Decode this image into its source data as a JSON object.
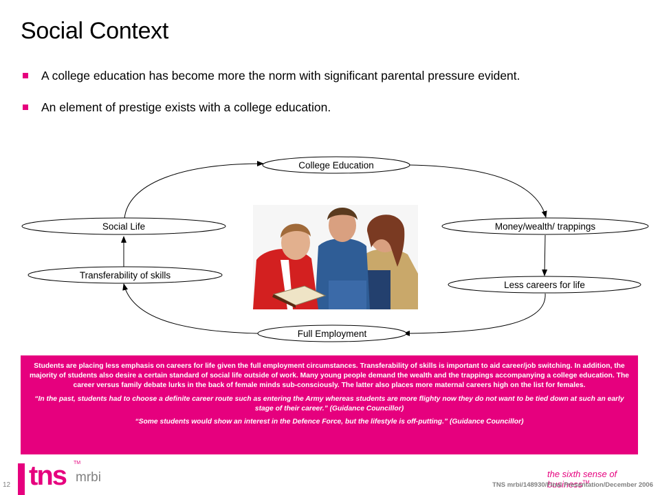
{
  "title": "Social Context",
  "bullets": [
    "A college education has become more the norm with significant parental pressure evident.",
    "An element of prestige exists with a college education."
  ],
  "diagram": {
    "nodes": {
      "college": "College Education",
      "money": "Money/wealth/ trappings",
      "less_careers": "Less careers for life",
      "full_employment": "Full Employment",
      "transferability": "Transferability of skills",
      "social_life": "Social Life"
    }
  },
  "info_box": {
    "paragraph": "Students are placing less emphasis on careers for life given the full employment circumstances. Transferability of skills is important to aid career/job switching. In addition, the majority of students also desire a certain standard of social life outside of work. Many young people demand the wealth and the trappings accompanying a college education. The career versus family debate lurks in the back of female minds sub-consciously. The latter also places more maternal careers high on the list for females.",
    "quote1": "“In the past, students had to choose a definite career route such as entering the Army whereas students are more flighty now they do not want to be tied down at such an early stage of their career.” (Guidance Councillor)",
    "quote2": "“Some students would show an interest in the Defence Force, but the lifestyle is off-putting.” (Guidance Councillor)"
  },
  "footer": {
    "page_number": "12",
    "logo_tns": "tns",
    "logo_tm": "TM",
    "logo_mrbi": "mrbi",
    "tagline": "the sixth sense of business",
    "tagline_tm": "TM",
    "reference": "TNS mrbi/148930/Final Presentation/December 2006"
  },
  "colors": {
    "accent": "#e6007e",
    "footer_gray": "#808080"
  }
}
